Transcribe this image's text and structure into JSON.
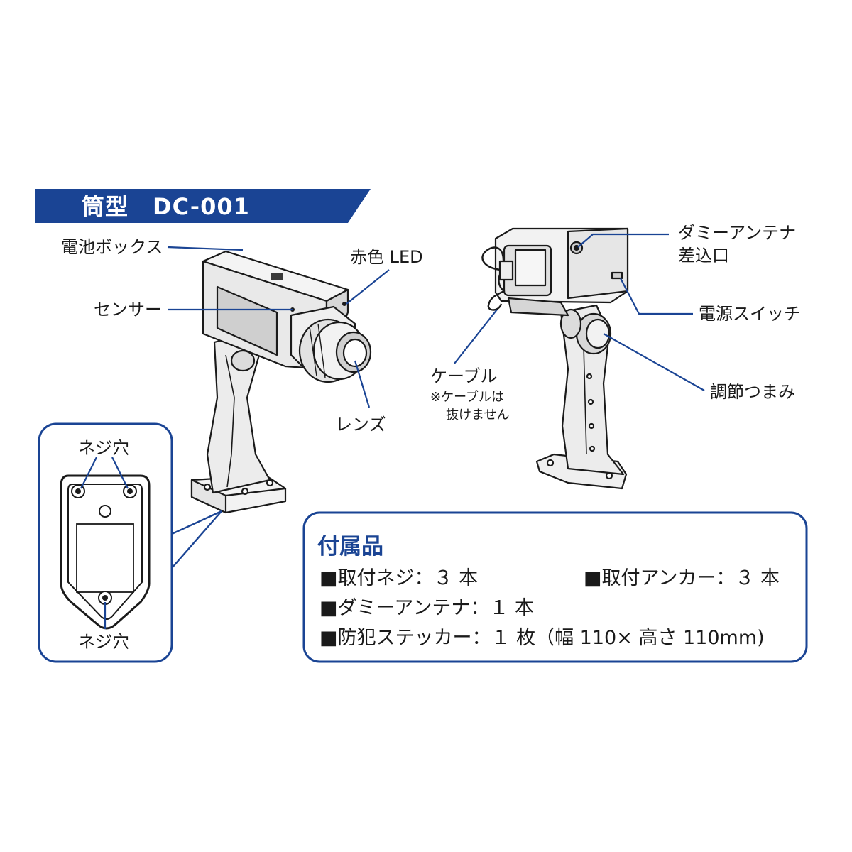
{
  "title": {
    "model_type": "筒型",
    "model_code": "DC-001"
  },
  "front_labels": {
    "battery_box": "電池ボックス",
    "sensor": "センサー",
    "red_led": "赤色 LED",
    "lens": "レンズ"
  },
  "back_labels": {
    "antenna_port_line1": "ダミーアンテナ",
    "antenna_port_line2": "差込口",
    "power_switch": "電源スイッチ",
    "cable": "ケーブル",
    "cable_note_line1": "※ケーブルは",
    "cable_note_line2": "抜けません",
    "adjust_knob": "調節つまみ"
  },
  "base_detail": {
    "screw_hole_top": "ネジ穴",
    "screw_hole_bottom": "ネジ穴"
  },
  "accessories": {
    "title": "付属品",
    "items": [
      "■取付ネジ：３ 本",
      "■取付アンカー：３ 本",
      "■ダミーアンテナ：１ 本",
      "■防犯ステッカー：１ 枚（幅 110× 高さ 110mm)"
    ]
  },
  "colors": {
    "accent_blue": "#1a4494",
    "line": "#1a1a1a"
  },
  "icons": [
    "camera-front-illustration",
    "camera-back-illustration",
    "base-plate-illustration"
  ]
}
